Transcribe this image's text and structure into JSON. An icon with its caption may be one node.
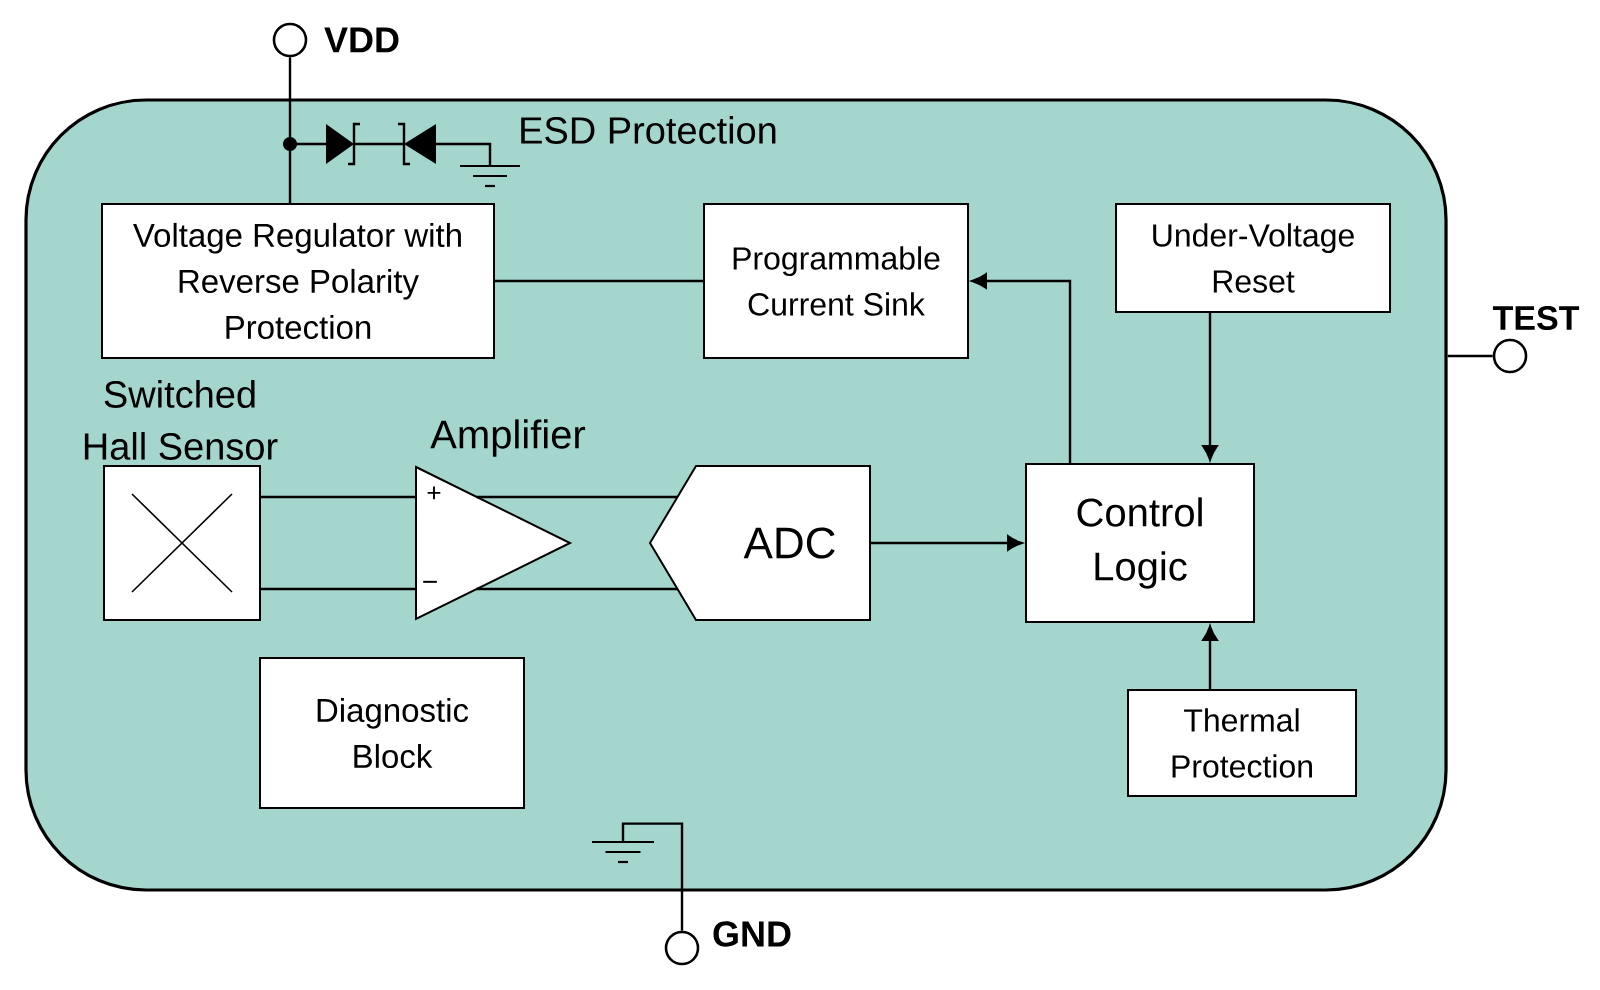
{
  "diagram": {
    "nodes": [
      {
        "text": [],
        "shape": "circle",
        "beside": [
          "VDD"
        ]
      },
      {
        "text": [],
        "shape": "box"
      },
      {
        "text": [
          "Voltage Regulator with Reverse Polarity Protection"
        ],
        "in": 1
      },
      {
        "text": [
          "Programmable Current Sink"
        ],
        "in": 1
      },
      {
        "text": [
          "Under-Voltage Reset"
        ],
        "in": 1
      },
      {
        "text": [],
        "shape": "circle",
        "beside": [
          "TEST"
        ]
      },
      {
        "text": [
          "Switched Hall Sensor"
        ],
        "in": 1
      },
      {
        "text": [
          "Amplifier"
        ],
        "in": 1
      },
      {
        "text": [
          "ADC"
        ],
        "in": 1
      },
      {
        "text": [
          "Control Logic"
        ],
        "in": 1
      },
      {
        "text": [
          "Diagnostic Block"
        ],
        "in": 1
      },
      {
        "text": [
          "Thermal Protection"
        ],
        "in": 1
      },
      {
        "text": [],
        "shape": "ground",
        "in": 1
      },
      {
        "text": [],
        "shape": "circle",
        "beside": [
          "GND"
        ]
      }
    ],
    "edges": [
      {
        "from": 0,
        "to": 2,
        "arrow": "none"
      },
      {
        "from": 2,
        "to": 3,
        "arrow": "none"
      },
      {
        "from": 9,
        "to": 3,
        "arrow": "to"
      },
      {
        "from": 4,
        "to": 9,
        "arrow": "to"
      },
      {
        "from": 1,
        "to": 5,
        "arrow": "none"
      },
      {
        "from": 6,
        "to": 7,
        "arrow": "none"
      },
      {
        "from": 6,
        "to": 7,
        "arrow": "none"
      },
      {
        "from": 7,
        "to": 8,
        "arrow": "none"
      },
      {
        "from": 7,
        "to": 8,
        "arrow": "none"
      },
      {
        "from": 8,
        "to": 9,
        "arrow": "to"
      },
      {
        "from": 11,
        "to": 9,
        "arrow": "to"
      },
      {
        "from": 13,
        "to": 12,
        "arrow": "none"
      }
    ],
    "labels": [
      "ESD Protection",
      "+",
      "−"
    ]
  }
}
